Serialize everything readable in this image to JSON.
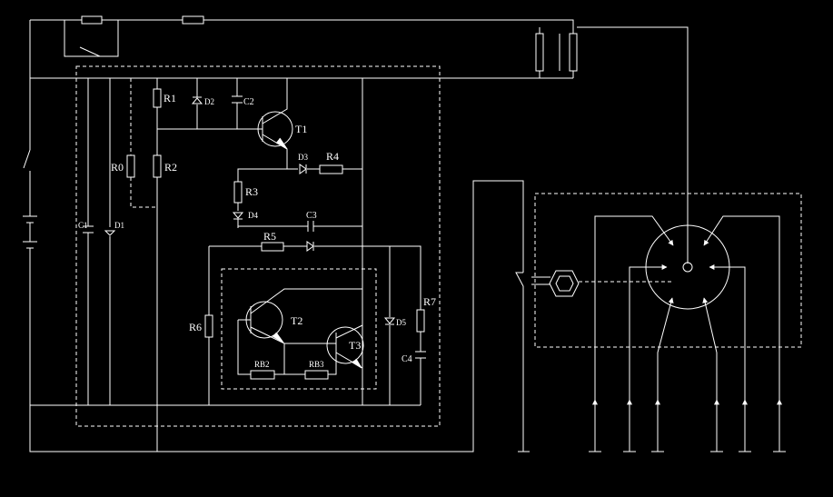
{
  "labels": {
    "R1": "R1",
    "D2": "D2",
    "C2": "C2",
    "T1": "T1",
    "D3": "D3",
    "R4": "R4",
    "R0": "R0",
    "R2": "R2",
    "R3": "R3",
    "D4": "D4",
    "C3": "C3",
    "R5": "R5",
    "C1": "C1",
    "D1": "D1",
    "R6": "R6",
    "T2": "T2",
    "T3": "T3",
    "D5": "D5",
    "R7": "R7",
    "C4": "C4",
    "RB2": "RB2",
    "RB3": "RB3"
  },
  "colors": {
    "background": "#000000",
    "line": "#ffffff"
  }
}
